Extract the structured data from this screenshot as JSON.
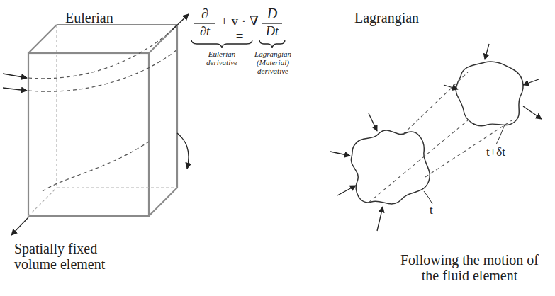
{
  "diagram": {
    "labels": [
      "Eulerian",
      "∂",
      "∂t",
      "+ v · ∇ =",
      "D",
      "Dt",
      "Eulerian derivative",
      "Lagrangian (Material) derivative",
      "Lagrangian",
      "Spatially fixed volume element",
      "Following the motion of the fluid element",
      "t",
      "t+δt"
    ]
  }
}
